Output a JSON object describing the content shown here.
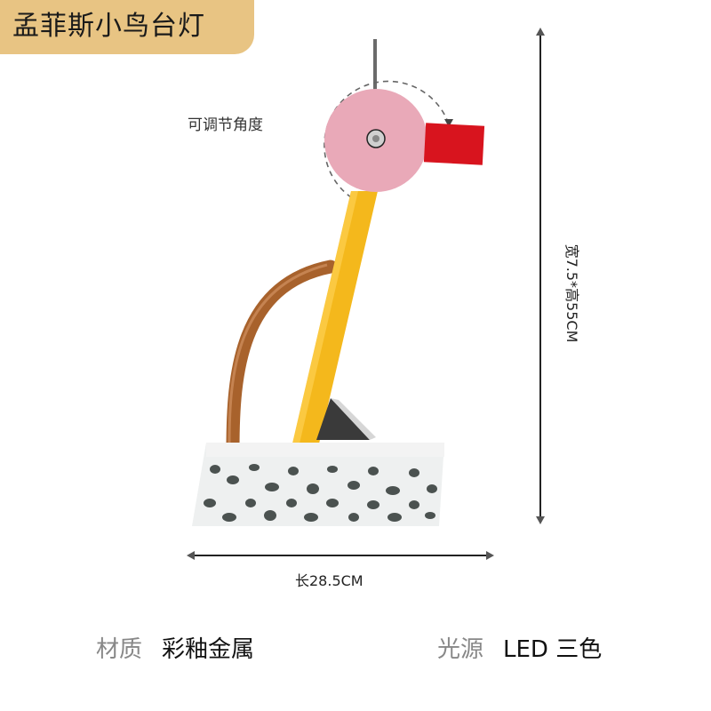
{
  "header": {
    "title": "孟菲斯小鸟台灯",
    "tab_color": "#e8c483"
  },
  "product_image": {
    "description": "Memphis-style bird table lamp",
    "colors": {
      "head": "#e9a9b8",
      "beak": "#d8141e",
      "neck": "#f4b81c",
      "arm": "#a8622c",
      "base_spots": "#4b5250",
      "triangle": "#3a3a3a"
    }
  },
  "annotations": {
    "adjustable_angle": "可调节角度",
    "height_dimension": "宽7.5*高55CM",
    "length_dimension": "长28.5CM"
  },
  "specs": [
    {
      "label": "材质",
      "value": "彩釉金属"
    },
    {
      "label": "光源",
      "value": "LED 三色"
    }
  ]
}
